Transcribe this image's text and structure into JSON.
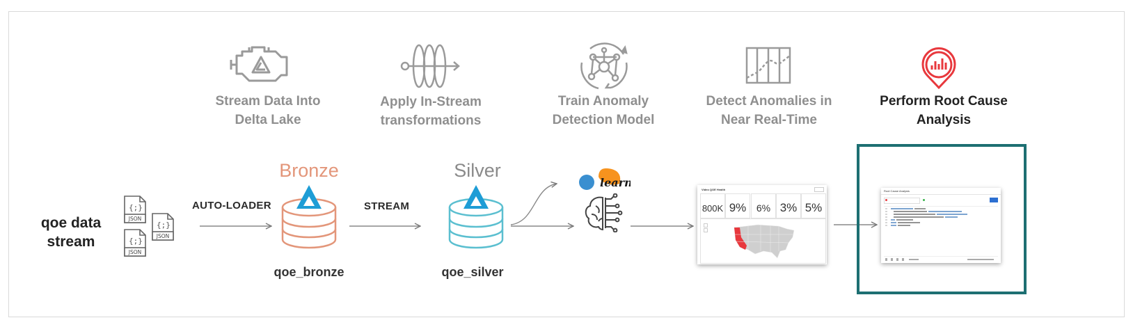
{
  "steps": [
    {
      "line1": "Stream Data Into",
      "line2": "Delta Lake"
    },
    {
      "line1": "Apply In-Stream",
      "line2": "transformations"
    },
    {
      "line1": "Train Anomaly",
      "line2": "Detection Model"
    },
    {
      "line1": "Detect Anomalies in",
      "line2": "Near Real-Time"
    },
    {
      "line1": "Perform Root Cause",
      "line2": "Analysis"
    }
  ],
  "source": {
    "line1": "qoe data",
    "line2": "stream",
    "file_badge": "JSON"
  },
  "connectors": {
    "autoloader": "AUTO-LOADER",
    "stream": "STREAM"
  },
  "bronze": {
    "tier": "Bronze",
    "table": "qoe_bronze"
  },
  "silver": {
    "tier": "Silver",
    "table": "qoe_silver"
  },
  "model": {
    "logo_text": "learn"
  },
  "dashboard": {
    "title": "Video QOE Health",
    "kpis": [
      {
        "value": "800K"
      },
      {
        "value": "9%"
      },
      {
        "value": "6%"
      },
      {
        "value": "3%"
      },
      {
        "value": "5%"
      }
    ]
  },
  "rca": {
    "title": "Root Cause Analysis"
  },
  "colors": {
    "bronze": "#e3967a",
    "silver": "#5bbfd0",
    "delta_blue": "#1e9dd6",
    "highlight": "#1d6f72",
    "rca_red": "#e8383d",
    "icon_gray": "#9a9a9a",
    "label_gray": "#8f8f8f"
  }
}
